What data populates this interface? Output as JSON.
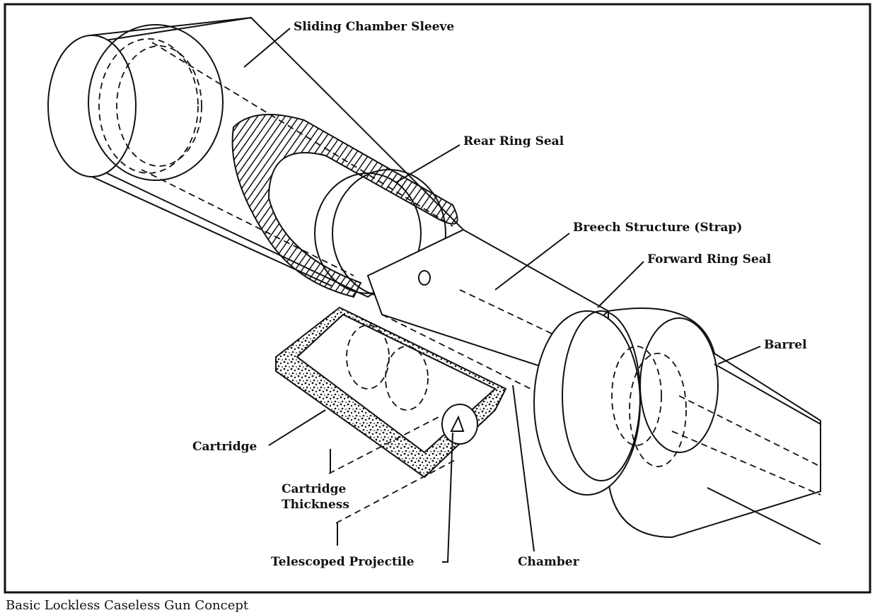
{
  "figure": {
    "caption": "Basic Lockless Caseless Gun Concept",
    "labels": {
      "sliding_chamber_sleeve": "Sliding Chamber Sleeve",
      "rear_ring_seal": "Rear Ring Seal",
      "breech_structure": "Breech Structure (Strap)",
      "forward_ring_seal": "Forward Ring Seal",
      "barrel": "Barrel",
      "cartridge": "Cartridge",
      "cartridge_thickness_line1": "Cartridge",
      "cartridge_thickness_line2": "Thickness",
      "telescoped_projectile": "Telescoped Projectile",
      "chamber": "Chamber"
    }
  }
}
